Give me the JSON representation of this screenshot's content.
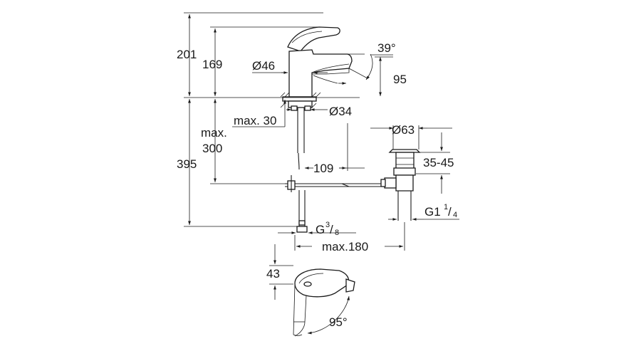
{
  "dimensions": {
    "total_height": "201",
    "spout_height": "169",
    "body_diameter": "Ø46",
    "spout_angle": "39°",
    "outlet_height": "95",
    "max_30": "max. 30",
    "base_diameter": "Ø34",
    "max_300_line1": "max.",
    "max_300_line2": "300",
    "lower_height": "395",
    "waste_diameter": "Ø63",
    "offset_109": "109",
    "waste_range": "35-45",
    "waste_thread_main": "G1",
    "waste_thread_num": "1",
    "waste_thread_sep": "/",
    "waste_thread_den": "4",
    "supply_thread_main": "G",
    "supply_thread_num": "3",
    "supply_thread_sep": "/",
    "supply_thread_den": "8",
    "max_180": "max.180",
    "lever_height": "43",
    "rotation_angle": "95°"
  }
}
